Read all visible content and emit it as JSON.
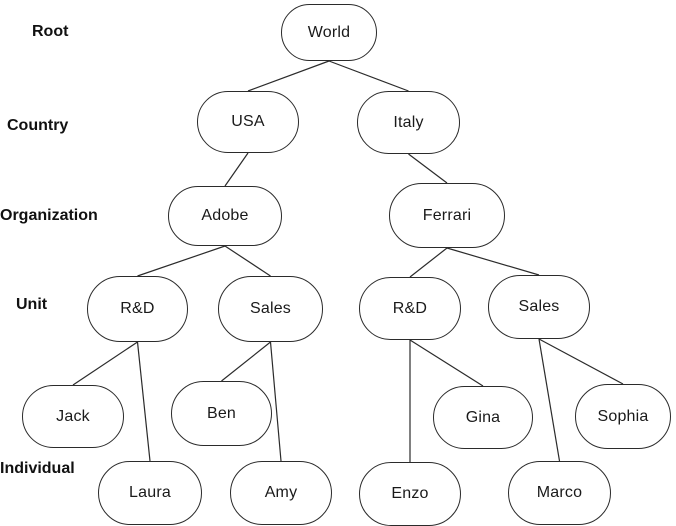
{
  "diagram": {
    "type": "tree",
    "accent_colors": {
      "node_fill": "#ffffff",
      "node_border": "#2b2b2b",
      "edge_color": "#2b2b2b",
      "text_color": "#1a1a1a"
    },
    "row_labels": [
      "Root",
      "Country",
      "Organization",
      "Unit",
      "Individual"
    ],
    "nodes": {
      "world": {
        "label": "World",
        "level": "Root"
      },
      "usa": {
        "label": "USA",
        "level": "Country"
      },
      "italy": {
        "label": "Italy",
        "level": "Country"
      },
      "adobe": {
        "label": "Adobe",
        "level": "Organization"
      },
      "ferrari": {
        "label": "Ferrari",
        "level": "Organization"
      },
      "rd_usa": {
        "label": "R&D",
        "level": "Unit"
      },
      "sales_usa": {
        "label": "Sales",
        "level": "Unit"
      },
      "rd_italy": {
        "label": "R&D",
        "level": "Unit"
      },
      "sales_italy": {
        "label": "Sales",
        "level": "Unit"
      },
      "jack": {
        "label": "Jack",
        "level": "Individual"
      },
      "laura": {
        "label": "Laura",
        "level": "Individual"
      },
      "ben": {
        "label": "Ben",
        "level": "Individual"
      },
      "amy": {
        "label": "Amy",
        "level": "Individual"
      },
      "enzo": {
        "label": "Enzo",
        "level": "Individual"
      },
      "gina": {
        "label": "Gina",
        "level": "Individual"
      },
      "marco": {
        "label": "Marco",
        "level": "Individual"
      },
      "sophia": {
        "label": "Sophia",
        "level": "Individual"
      }
    },
    "edges": [
      [
        "world",
        "usa"
      ],
      [
        "world",
        "italy"
      ],
      [
        "usa",
        "adobe"
      ],
      [
        "italy",
        "ferrari"
      ],
      [
        "adobe",
        "rd_usa"
      ],
      [
        "adobe",
        "sales_usa"
      ],
      [
        "ferrari",
        "rd_italy"
      ],
      [
        "ferrari",
        "sales_italy"
      ],
      [
        "rd_usa",
        "jack"
      ],
      [
        "rd_usa",
        "laura"
      ],
      [
        "sales_usa",
        "ben"
      ],
      [
        "sales_usa",
        "amy"
      ],
      [
        "rd_italy",
        "enzo"
      ],
      [
        "rd_italy",
        "gina"
      ],
      [
        "sales_italy",
        "marco"
      ],
      [
        "sales_italy",
        "sophia"
      ]
    ]
  }
}
